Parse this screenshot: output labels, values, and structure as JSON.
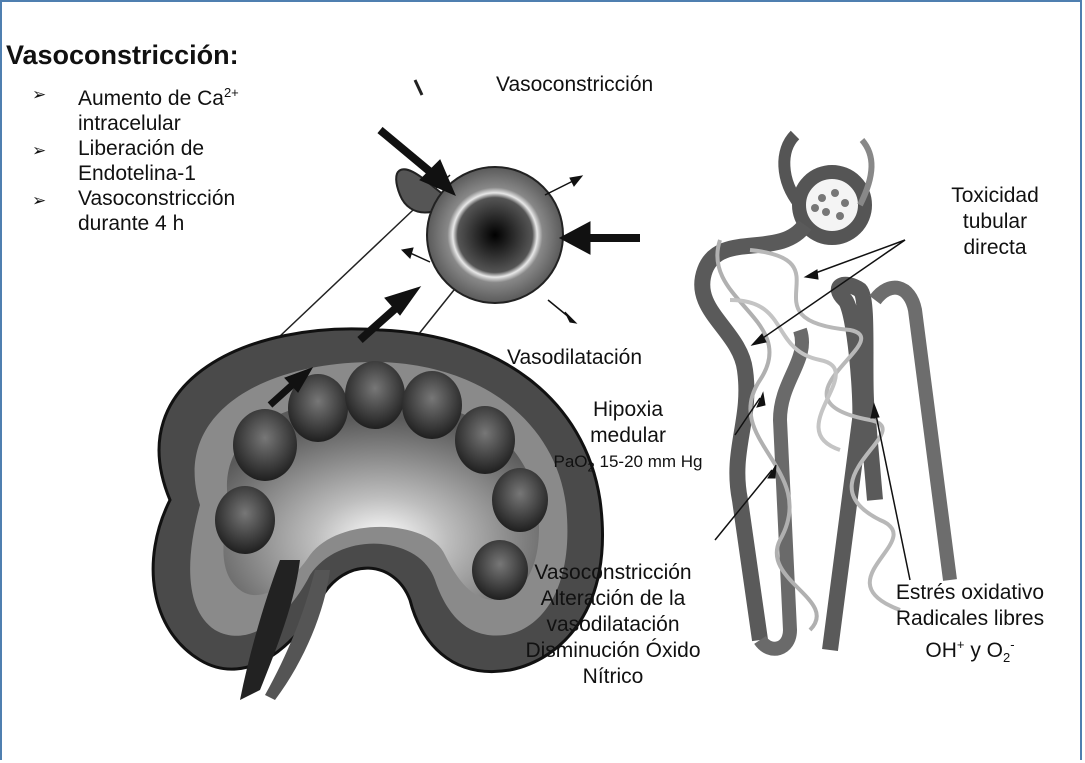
{
  "heading": "Vasoconstricción:",
  "bullets": [
    {
      "text": "Aumento de Ca",
      "sup": "2+"
    },
    {
      "text": "intracelular"
    },
    {
      "text": "Liberación de"
    },
    {
      "text": "Endotelina-1"
    },
    {
      "text": "Vasoconstricción"
    },
    {
      "text": "durante 4 h"
    }
  ],
  "labels": {
    "vasoconstriccion_top": "Vasoconstricción",
    "vasodilatacion": "Vasodilatación",
    "hipoxia_1": "Hipoxia",
    "hipoxia_2": "medular",
    "pao2_base": "PaO",
    "pao2_sub": "2",
    "pao2_rest": " 15-20 mm Hg",
    "toxicidad_1": "Toxicidad",
    "toxicidad_2": "tubular",
    "toxicidad_3": "directa",
    "vc_1": "Vasoconstricción",
    "vc_2": "Alteración de la",
    "vc_3": "vasodilatación",
    "vc_4": "Disminución Óxido",
    "vc_5": "Nítrico",
    "estres_1": "Estrés oxidativo",
    "estres_2": "Radicales libres",
    "oh": "OH",
    "oh_sup": "+",
    "y": " y O",
    "o2_sub": "2",
    "o2_sup": "-"
  },
  "colors": {
    "frame": "#4f7fb0",
    "tissue_dark": "#3a3a3a",
    "tissue_mid": "#7a7a7a",
    "tissue_light": "#c8c8c8"
  }
}
